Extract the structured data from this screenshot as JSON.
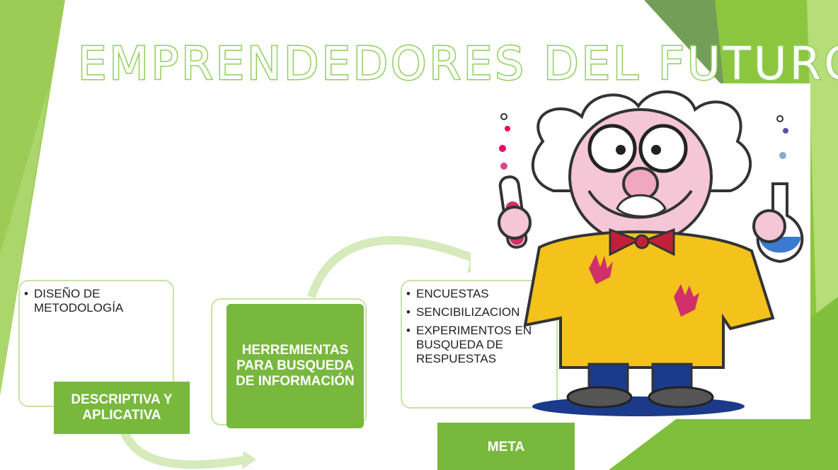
{
  "slide": {
    "title": "EMPRENDEDORES DEL FUTURO",
    "colors": {
      "accent": "#78b83d",
      "light_green": "#a5d36b",
      "title_outline": "#8fcf5a",
      "card_border": "#c9e3a4"
    }
  },
  "steps": [
    {
      "bullets": [
        "DISEÑO DE METODOLOGÍA"
      ],
      "label": "DESCRIPTIVA Y APLICATIVA"
    },
    {
      "bullets": [],
      "label": "HERREMIENTAS PARA BUSQUEDA DE INFORMACIÓN"
    },
    {
      "bullets": [
        "ENCUESTAS",
        "SENCIBILIZACION",
        "EXPERIMENTOS EN BUSQUEDA DE RESPUESTAS"
      ],
      "label": "META"
    }
  ],
  "illustration": {
    "icon": "scientist-cartoon-icon"
  }
}
